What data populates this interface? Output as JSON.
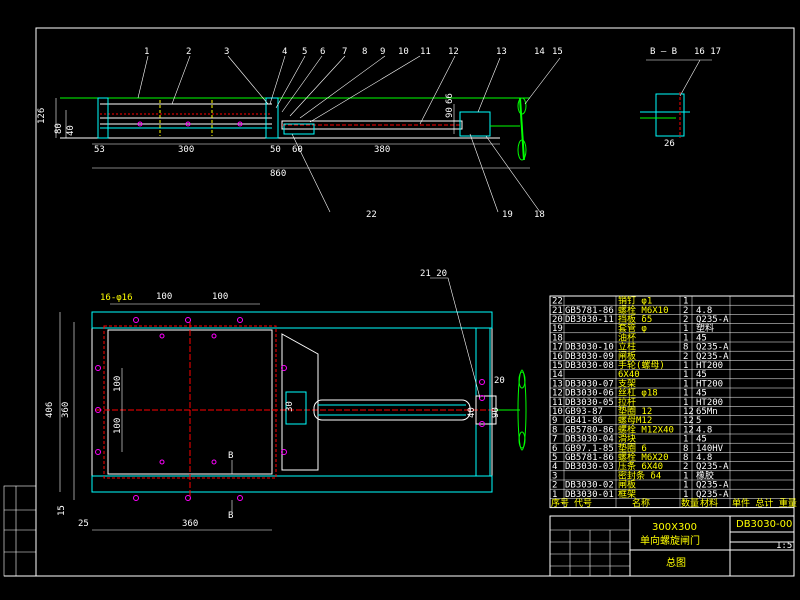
{
  "section_label": "B — B",
  "section_marker": "B",
  "top_view": {
    "part_callouts": [
      "1",
      "2",
      "3",
      "4",
      "5",
      "6",
      "7",
      "8",
      "9",
      "10",
      "11",
      "12",
      "13",
      "14",
      "15"
    ],
    "section_callouts": [
      "16",
      "17"
    ],
    "lower_callouts": [
      "22",
      "19",
      "18"
    ],
    "dims": {
      "h126": "126",
      "h80": "80",
      "h40": "40",
      "d53": "53",
      "d300": "300",
      "d50": "50",
      "d60": "60",
      "d380": "380",
      "d860": "860",
      "d90": "90",
      "d66": "66",
      "d26": "26"
    }
  },
  "front_view": {
    "hole_note": "16-φ16",
    "callout_21_20": "21 20",
    "dims": {
      "d100a": "100",
      "d100b": "100",
      "v406": "406",
      "v360": "360",
      "v100a": "100",
      "v100b": "100",
      "d20": "20",
      "d30": "30",
      "d40": "40",
      "d90": "90",
      "d25": "25",
      "d360": "360",
      "d15": "15"
    }
  },
  "bom": {
    "rows": [
      {
        "no": "22",
        "code": "",
        "name": "销钉 φ1",
        "qty": "1",
        "mat": ""
      },
      {
        "no": "21",
        "code": "GB5781-86",
        "name": "螺栓 M6X10",
        "qty": "2",
        "mat": "4.8"
      },
      {
        "no": "20",
        "code": "DB3030-11",
        "name": "挡板 δ5",
        "qty": "2",
        "mat": "Q235-A"
      },
      {
        "no": "19",
        "code": "",
        "name": "套管 φ",
        "qty": "1",
        "mat": "塑料"
      },
      {
        "no": "18",
        "code": "",
        "name": "油杯",
        "qty": "1",
        "mat": "45"
      },
      {
        "no": "17",
        "code": "DB3030-10",
        "name": "立柱",
        "qty": "8",
        "mat": "Q235-A"
      },
      {
        "no": "16",
        "code": "DB3030-09",
        "name": "闸板",
        "qty": "2",
        "mat": "Q235-A"
      },
      {
        "no": "15",
        "code": "DB3030-08",
        "name": "手轮(螺母)",
        "qty": "1",
        "mat": "HT200"
      },
      {
        "no": "14",
        "code": "",
        "name": "6X40",
        "qty": "1",
        "mat": "45"
      },
      {
        "no": "13",
        "code": "DB3030-07",
        "name": "支架",
        "qty": "1",
        "mat": "HT200"
      },
      {
        "no": "12",
        "code": "DB3030-06",
        "name": "丝杠 φ18",
        "qty": "1",
        "mat": "45"
      },
      {
        "no": "11",
        "code": "DB3030-05",
        "name": "拉杆",
        "qty": "1",
        "mat": "HT200"
      },
      {
        "no": "10",
        "code": "GB93-87",
        "name": "垫圈 12",
        "qty": "12",
        "mat": "65Mn"
      },
      {
        "no": "9",
        "code": "GB41-86",
        "name": "螺母M12",
        "qty": "12",
        "mat": "5"
      },
      {
        "no": "8",
        "code": "GB5780-86",
        "name": "螺栓 M12X40",
        "qty": "12",
        "mat": "4.8"
      },
      {
        "no": "7",
        "code": "DB3030-04",
        "name": "滑块",
        "qty": "1",
        "mat": "45"
      },
      {
        "no": "6",
        "code": "GB97.1-85",
        "name": "垫圈 6",
        "qty": "8",
        "mat": "140HV"
      },
      {
        "no": "5",
        "code": "GB5781-86",
        "name": "螺栓 M6X20",
        "qty": "8",
        "mat": "4.8"
      },
      {
        "no": "4",
        "code": "DB3030-03",
        "name": "压条 6X40",
        "qty": "2",
        "mat": "Q235-A"
      },
      {
        "no": "3",
        "code": "",
        "name": "密封条 δ4",
        "qty": "1",
        "mat": "橡胶"
      },
      {
        "no": "2",
        "code": "DB3030-02",
        "name": "闸板",
        "qty": "1",
        "mat": "Q235-A"
      },
      {
        "no": "1",
        "code": "DB3030-01",
        "name": "框架",
        "qty": "1",
        "mat": "Q235-A"
      }
    ],
    "header": {
      "no": "序号",
      "code": "代号",
      "name": "名称",
      "qty": "数量",
      "mat": "材料",
      "extra": "单件 总计 重量 备注"
    }
  },
  "title_block": {
    "spec": "300X300",
    "name": "单向螺旋闸门",
    "drawing_no": "DB3030-00",
    "sheet_type": "总图",
    "scale": "1:5"
  }
}
